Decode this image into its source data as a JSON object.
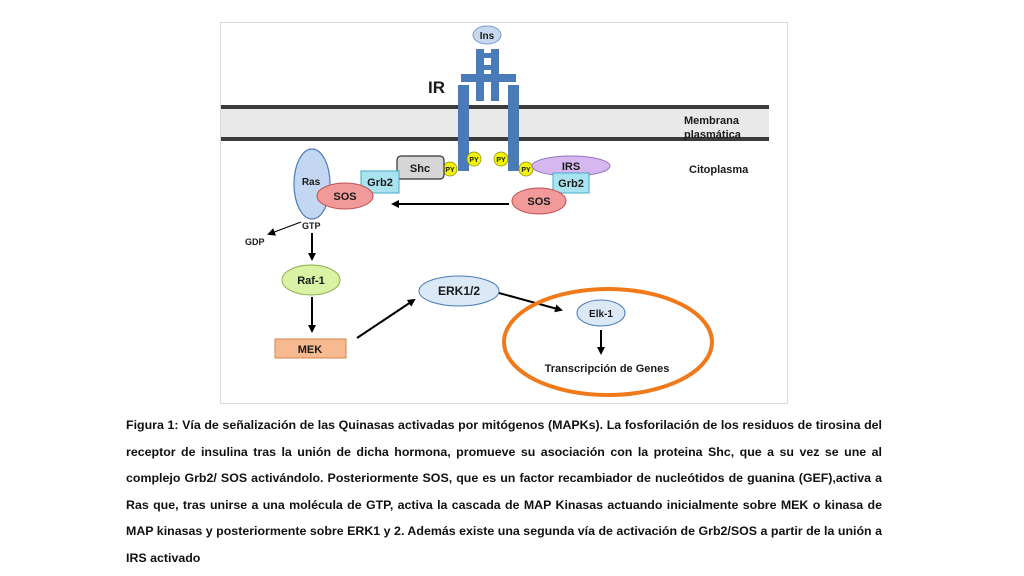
{
  "diagram": {
    "ins": "Ins",
    "ir": "IR",
    "membrane_line1": "Membrana",
    "membrane_line2": "plasmática",
    "cytoplasm": "Citoplasma",
    "py": "PY",
    "shc": "Shc",
    "irs": "IRS",
    "grb2": "Grb2",
    "sos": "SOS",
    "ras": "Ras",
    "gtp": "GTP",
    "gdp": "GDP",
    "raf1": "Raf-1",
    "mek": "MEK",
    "erk": "ERK1/2",
    "elk1": "Elk-1",
    "transcription": "Transcripción de Genes"
  },
  "colors": {
    "receptor": "#4a7ab8",
    "ins": "#c7d8ef",
    "membrane": "#3a3a3a",
    "membrane_fill": "#e9e9e9",
    "py": "#f2f20a",
    "shc": "#d6d6d6",
    "irs": "#d7b7f0",
    "grb2": "#a9e3f0",
    "sos": "#f29a9a",
    "ras": "#c3d6f2",
    "raf1": "#d9f2a4",
    "mek": "#f7b98f",
    "erk_elk": "#dbe8f5",
    "highlight_circle": "#f07a1a"
  },
  "caption": "Figura 1: Vía de señalización de las Quinasas activadas por mitógenos (MAPKs). La fosforilación de los residuos de tirosina del receptor de insulina tras la unión de dicha hormona, promueve su asociación con la proteina Shc, que a su vez se une al complejo Grb2/ SOS activándolo. Posteriormente SOS, que es un factor recambiador de nucleótidos de guanina (GEF),activa a Ras que, tras unirse a una molécula de GTP, activa la cascada de MAP Kinasas actuando inicialmente sobre MEK o kinasa de MAP kinasas y posteriormente sobre ERK1 y 2. Además existe una segunda vía de activación de Grb2/SOS a partir de la unión a IRS activado"
}
